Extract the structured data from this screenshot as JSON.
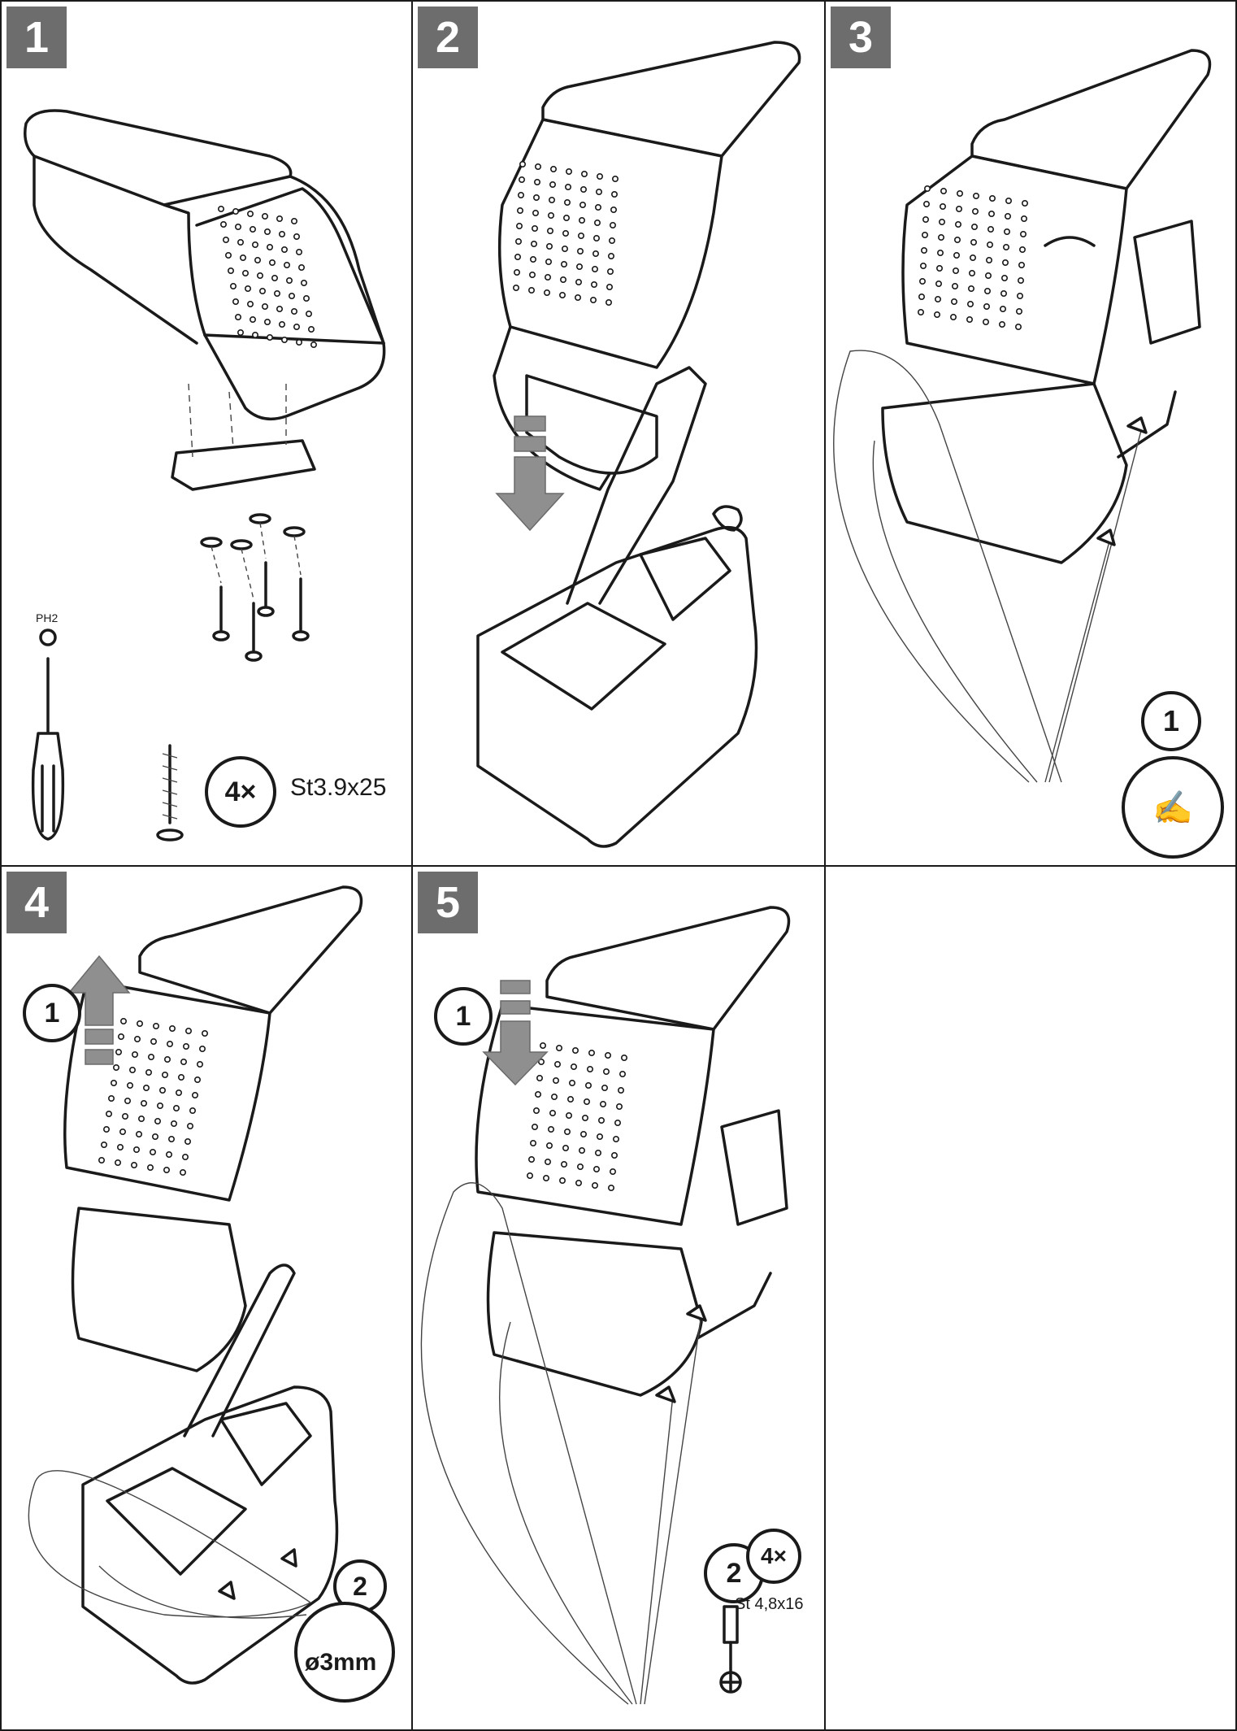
{
  "steps": [
    {
      "number": "1"
    },
    {
      "number": "2"
    },
    {
      "number": "3"
    },
    {
      "number": "4"
    },
    {
      "number": "5"
    }
  ],
  "step1": {
    "screwdriver_tip": "PH2",
    "screw_count": "4×",
    "screw_spec": "St3.9x25"
  },
  "step3": {
    "callout_1": "1"
  },
  "step4": {
    "callout_1": "1",
    "callout_2": "2",
    "drill_size": "ø3mm"
  },
  "step5": {
    "callout_1": "1",
    "callout_2": "2",
    "screw_count": "4×",
    "screw_spec": "St 4,8x16"
  },
  "colors": {
    "badge": "#6d6d6d",
    "line": "#1a1a1a",
    "arrow": "#8f8f8f"
  }
}
